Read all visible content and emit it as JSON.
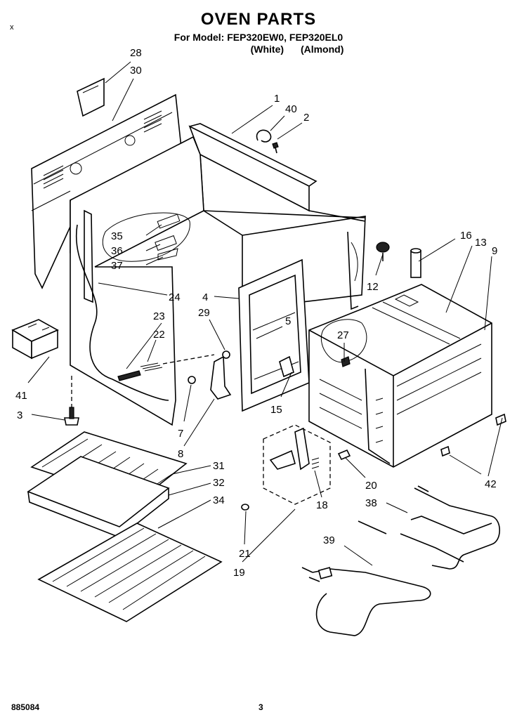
{
  "header": {
    "title": "OVEN PARTS",
    "models": "For Model: FEP320EW0, FEP320EL0",
    "finish_white": "(White)",
    "finish_almond": "(Almond)"
  },
  "corner_mark": "x",
  "footer": {
    "doc_number": "885084",
    "page_number": "3"
  },
  "callouts": [
    "1",
    "2",
    "3",
    "4",
    "5",
    "7",
    "8",
    "9",
    "12",
    "13",
    "15",
    "16",
    "18",
    "19",
    "20",
    "21",
    "22",
    "23",
    "24",
    "27",
    "28",
    "29",
    "30",
    "31",
    "32",
    "34",
    "35",
    "36",
    "37",
    "38",
    "39",
    "40",
    "41",
    "42"
  ]
}
